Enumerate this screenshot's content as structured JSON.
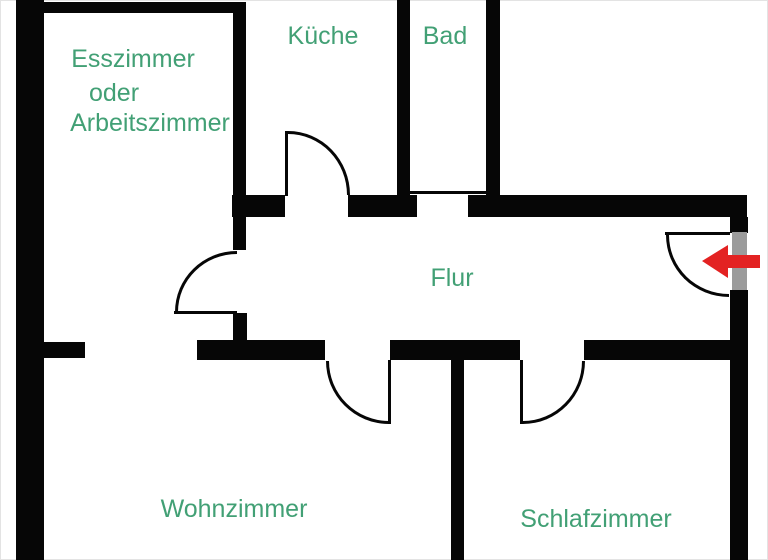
{
  "colors": {
    "background": "#ffffff",
    "wall": "#060606",
    "label": "#42a075",
    "door_marker": "#9b9b9b",
    "arrow": "#e32222"
  },
  "rooms": {
    "esszimmer": {
      "line1": "Esszimmer",
      "line2": "oder",
      "line3": "Arbeitszimmer"
    },
    "kueche": {
      "label": "Küche"
    },
    "bad": {
      "label": "Bad"
    },
    "flur": {
      "label": "Flur"
    },
    "wohnzimmer": {
      "label": "Wohnzimmer"
    },
    "schlafzimmer": {
      "label": "Schlafzimmer"
    }
  },
  "icons": {
    "entrance_arrow": "arrow-left-icon",
    "entrance_door_marker": "door-opening-marker"
  }
}
